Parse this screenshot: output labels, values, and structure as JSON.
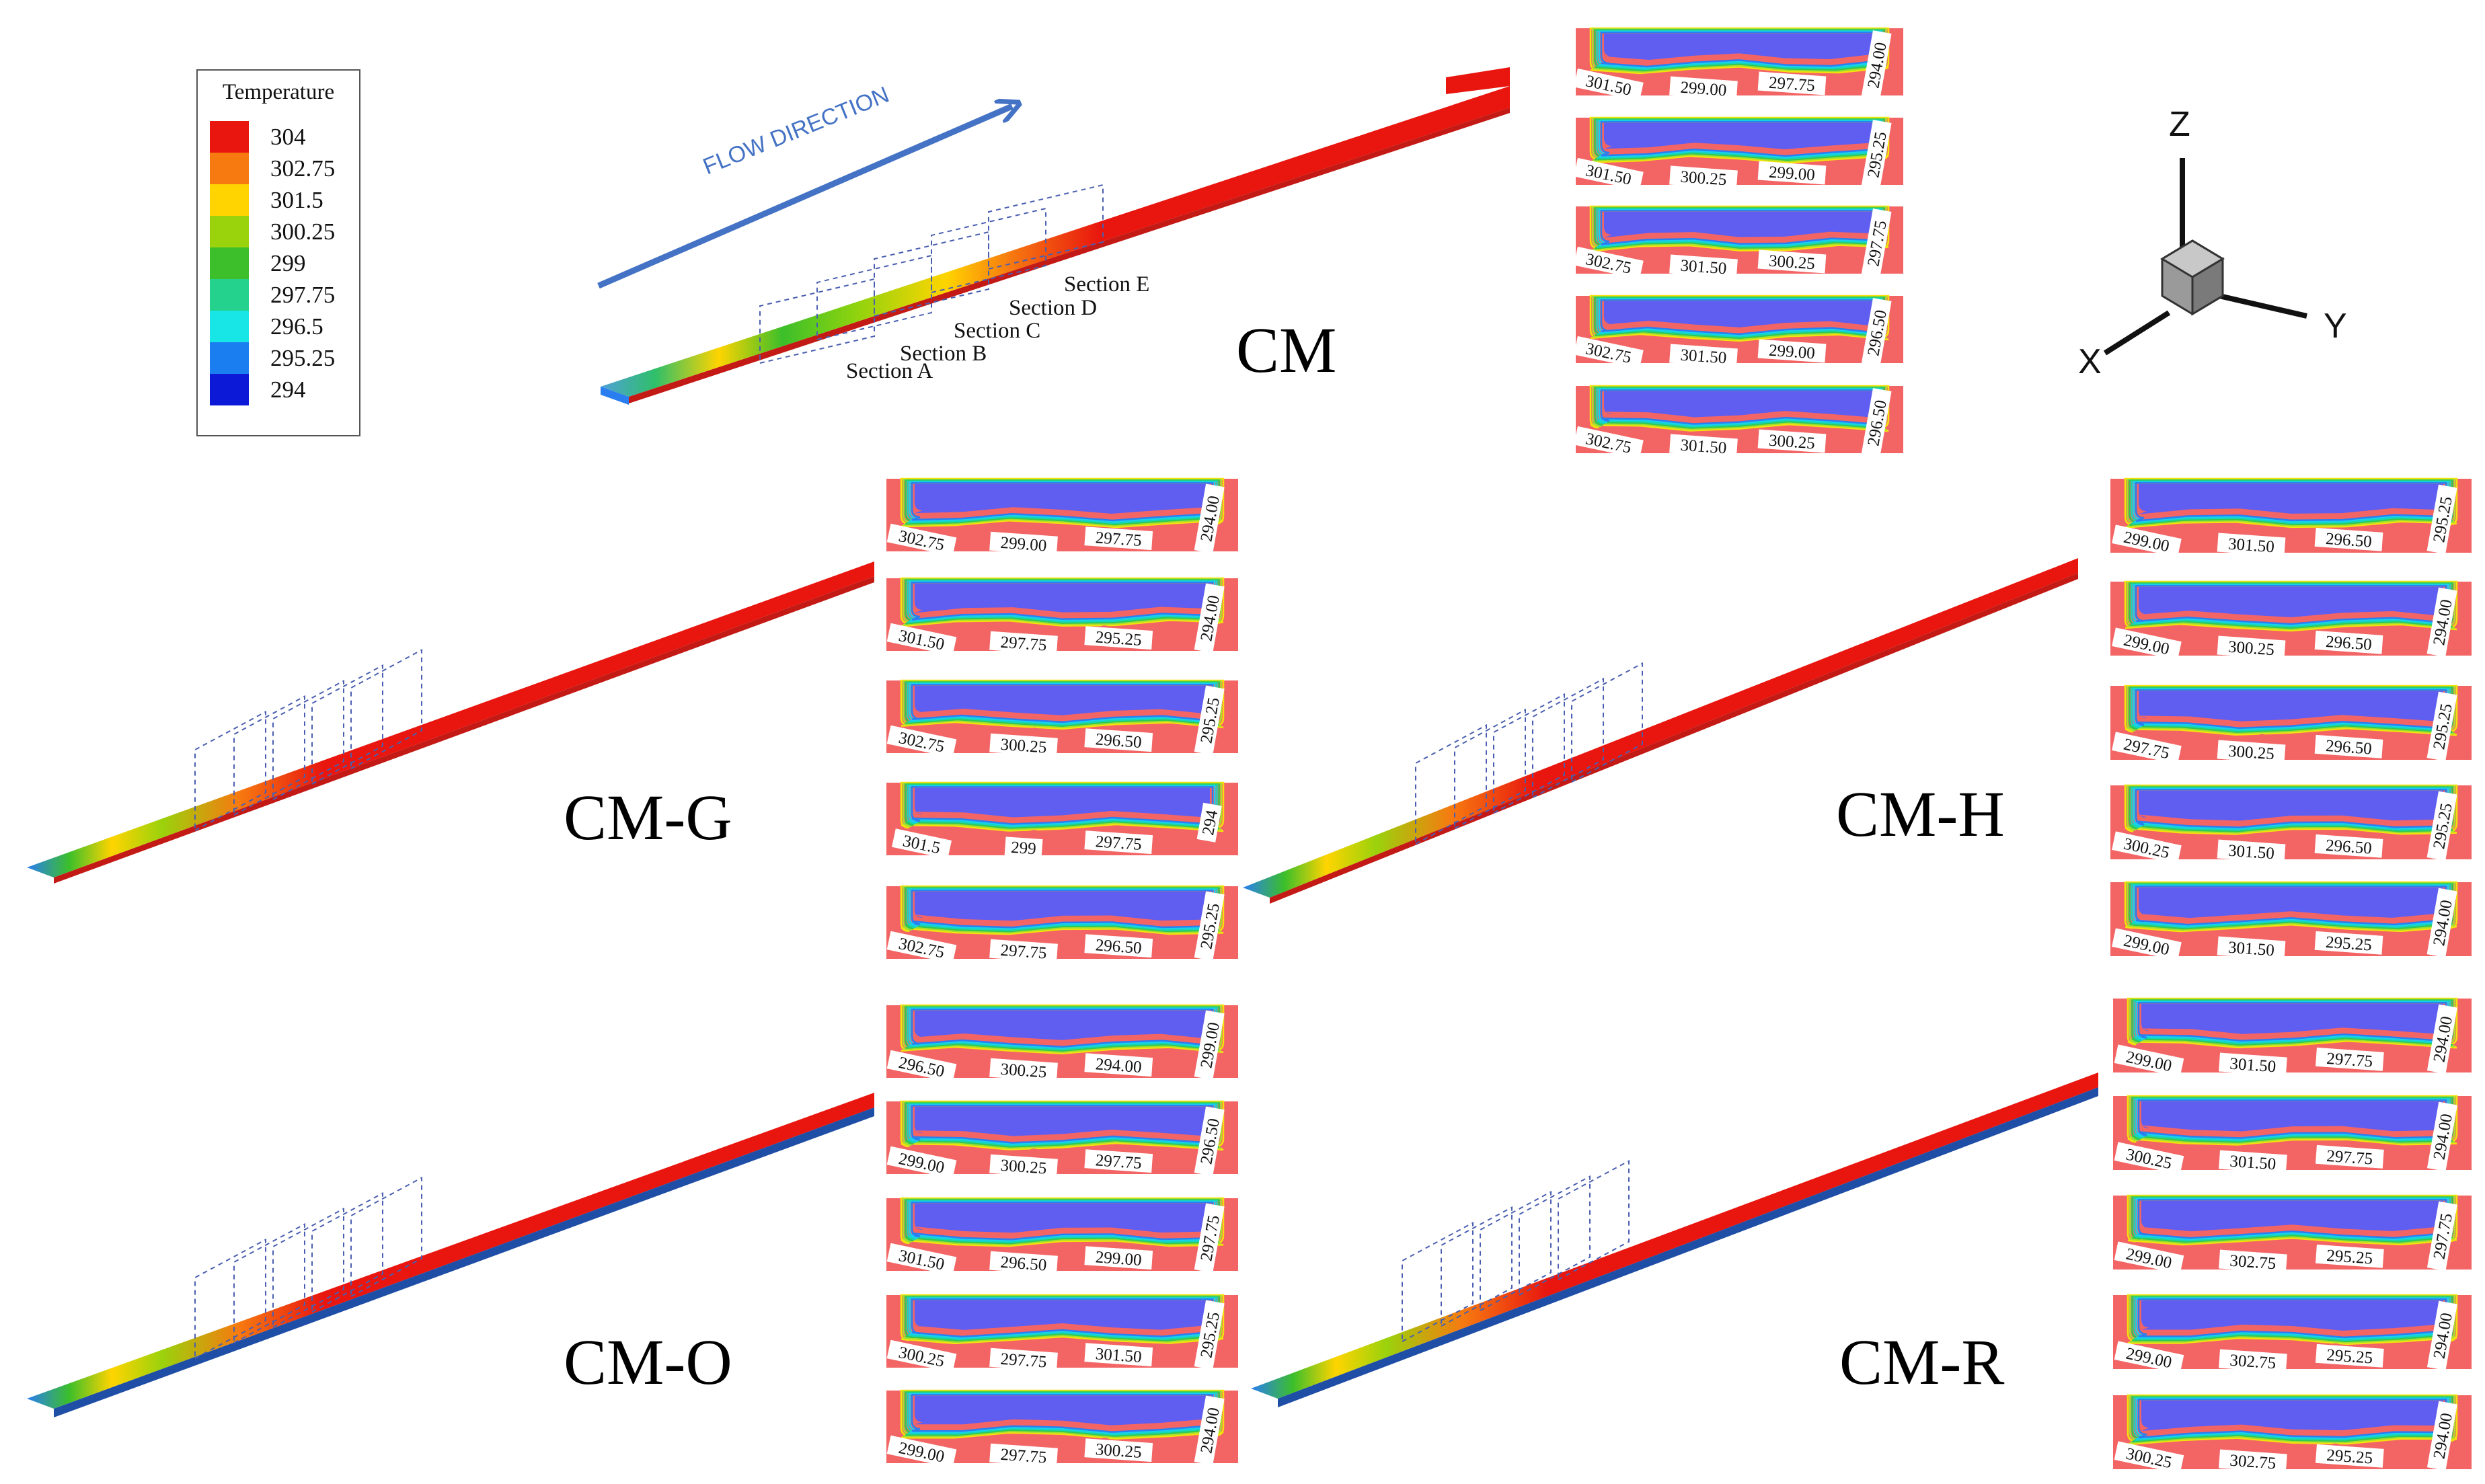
{
  "legend": {
    "title": "Temperature",
    "levels": [
      {
        "label": "304",
        "color": "#e8160f"
      },
      {
        "label": "302.75",
        "color": "#f77a10"
      },
      {
        "label": "301.5",
        "color": "#ffd400"
      },
      {
        "label": "300.25",
        "color": "#9ad20c"
      },
      {
        "label": "299",
        "color": "#3cbf2a"
      },
      {
        "label": "297.75",
        "color": "#24d28e"
      },
      {
        "label": "296.5",
        "color": "#18e6e6"
      },
      {
        "label": "295.25",
        "color": "#1a7ef0"
      },
      {
        "label": "294",
        "color": "#0c1ad8"
      }
    ]
  },
  "axes": {
    "z": "Z",
    "y": "Y",
    "x": "X"
  },
  "flow_direction": "FLOW DIRECTION",
  "section_labels": [
    "Section A",
    "Section B",
    "Section C",
    "Section D",
    "Section E"
  ],
  "colors": {
    "hot": "#f36565",
    "channel": "#5f5ef0",
    "rim": [
      "#f4e20a",
      "#a8e02e",
      "#32c852",
      "#16d6b8",
      "#17d0f0",
      "#2a7ef0"
    ],
    "sheet_red": "#e52420",
    "sheet_blue": "#1f4ea6",
    "dash": "#4a5fb0",
    "arrow": "#4472c4"
  },
  "models": [
    {
      "name": "CM",
      "sections": [
        [
          "301.50",
          "299.00",
          "297.75",
          "294.00"
        ],
        [
          "301.50",
          "300.25",
          "299.00",
          "295.25"
        ],
        [
          "302.75",
          "301.50",
          "300.25",
          "297.75"
        ],
        [
          "302.75",
          "301.50",
          "299.00",
          "296.50"
        ],
        [
          "302.75",
          "301.50",
          "300.25",
          "296.50"
        ]
      ]
    },
    {
      "name": "CM-G",
      "sections": [
        [
          "302.75",
          "299.00",
          "297.75",
          "294.00"
        ],
        [
          "301.50",
          "297.75",
          "295.25",
          "294.00"
        ],
        [
          "302.75",
          "300.25",
          "296.50",
          "295.25"
        ],
        [
          "301.5",
          "299",
          "297.75",
          "294"
        ],
        [
          "302.75",
          "297.75",
          "296.50",
          "295.25"
        ]
      ]
    },
    {
      "name": "CM-H",
      "sections": [
        [
          "299.00",
          "301.50",
          "296.50",
          "295.25"
        ],
        [
          "299.00",
          "300.25",
          "296.50",
          "294.00"
        ],
        [
          "297.75",
          "300.25",
          "296.50",
          "295.25"
        ],
        [
          "300.25",
          "301.50",
          "296.50",
          "295.25"
        ],
        [
          "299.00",
          "301.50",
          "295.25",
          "294.00"
        ]
      ]
    },
    {
      "name": "CM-O",
      "sections": [
        [
          "296.50",
          "300.25",
          "294.00",
          "299.00"
        ],
        [
          "299.00",
          "300.25",
          "297.75",
          "296.50"
        ],
        [
          "301.50",
          "296.50",
          "299.00",
          "297.75"
        ],
        [
          "300.25",
          "297.75",
          "301.50",
          "295.25"
        ],
        [
          "299.00",
          "297.75",
          "300.25",
          "294.00"
        ]
      ]
    },
    {
      "name": "CM-R",
      "sections": [
        [
          "299.00",
          "301.50",
          "297.75",
          "294.00"
        ],
        [
          "300.25",
          "301.50",
          "297.75",
          "294.00"
        ],
        [
          "299.00",
          "302.75",
          "295.25",
          "297.75"
        ],
        [
          "299.00",
          "302.75",
          "295.25",
          "294.00"
        ],
        [
          "300.25",
          "302.75",
          "295.25",
          "294.00"
        ]
      ]
    }
  ]
}
